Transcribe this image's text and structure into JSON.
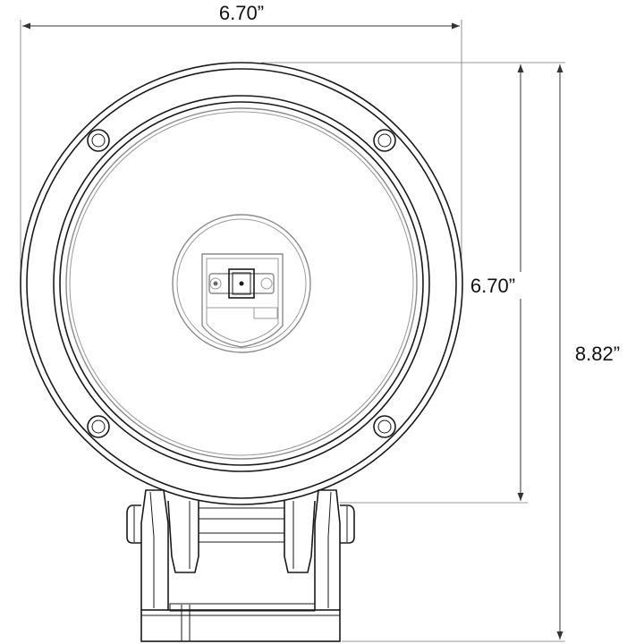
{
  "dimensions": {
    "width_label": "6.70”",
    "lens_height_label": "6.70”",
    "overall_height_label": "8.82”"
  },
  "colors": {
    "line": "#1a1a1a",
    "inner_gray": "#8a8a8a",
    "background": "#ffffff"
  }
}
